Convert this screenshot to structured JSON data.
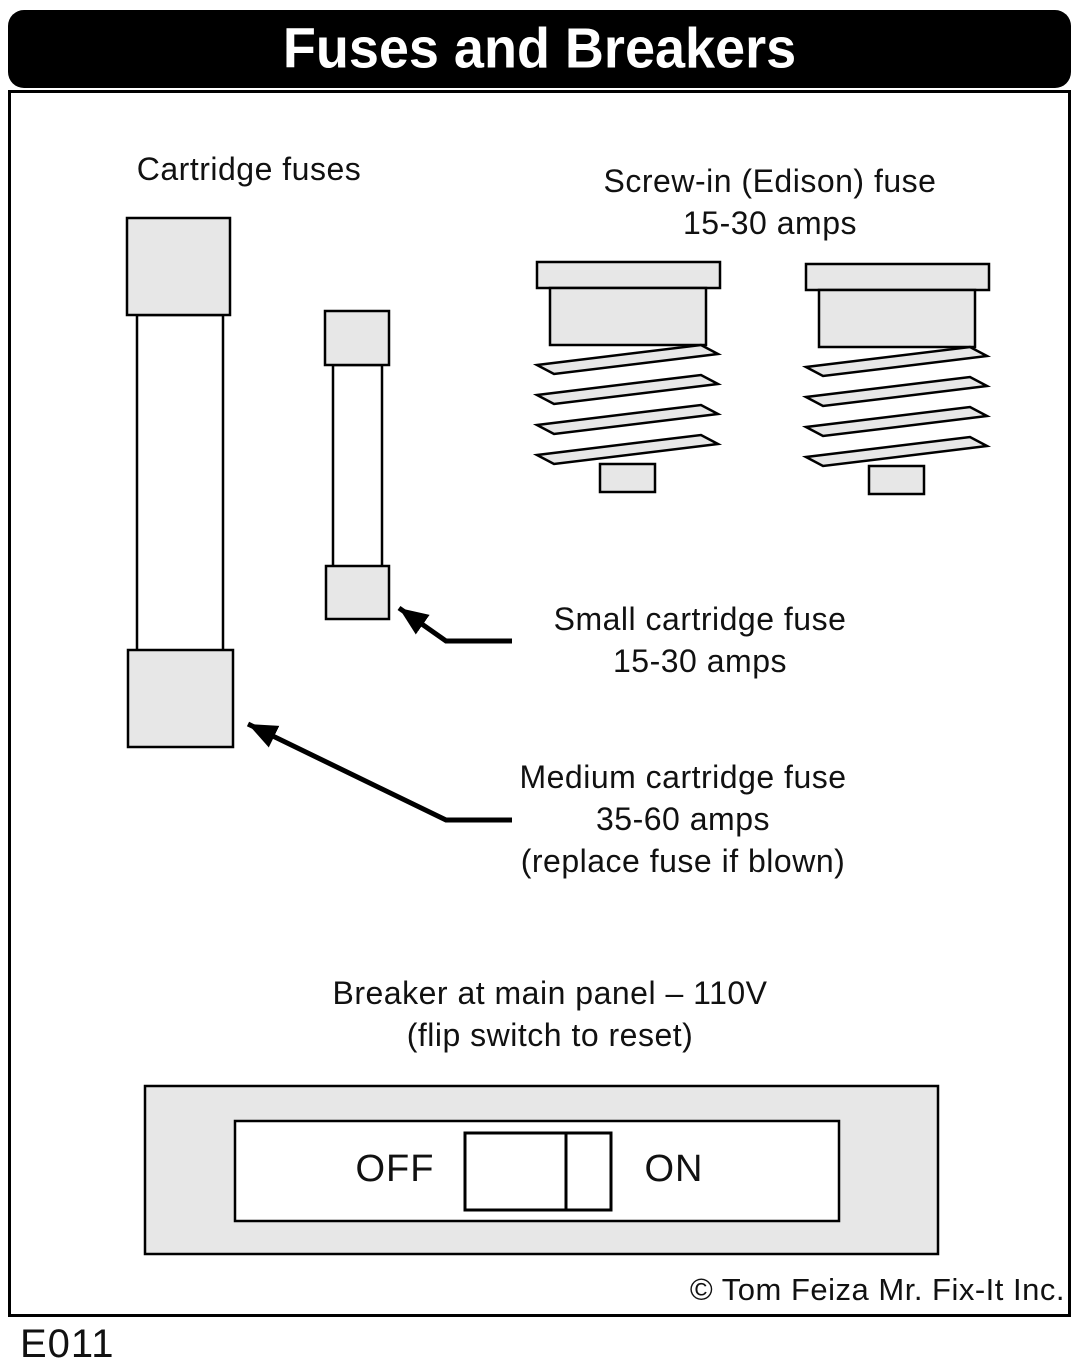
{
  "title": "Fuses and Breakers",
  "diagram_id": "E011",
  "copyright": "© Tom Feiza Mr. Fix-It Inc.",
  "annotations": {
    "cartridge_fuses": "Cartridge fuses",
    "screw_in": {
      "line1": "Screw-in (Edison) fuse",
      "line2": "15-30 amps"
    },
    "small_cartridge": {
      "line1": "Small cartridge fuse",
      "line2": "15-30 amps"
    },
    "medium_cartridge": {
      "line1": "Medium cartridge fuse",
      "line2": "35-60 amps",
      "line3": "(replace fuse if blown)"
    },
    "breaker": {
      "line1": "Breaker at main panel – 110V",
      "line2": "(flip switch to reset)"
    },
    "switch": {
      "off": "OFF",
      "on": "ON"
    }
  },
  "colors": {
    "title_bg": "#000000",
    "title_fg": "#ffffff",
    "fill_gray": "#e7e7e7",
    "stroke_color": "#000000",
    "paper": "#ffffff"
  }
}
